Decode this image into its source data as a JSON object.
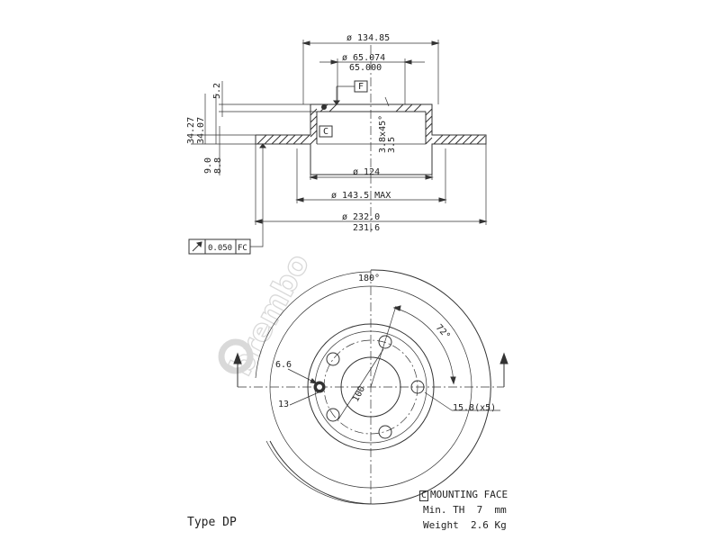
{
  "watermark": "brembo",
  "section_view": {
    "dims": {
      "d_134": "ø 134.85",
      "d_65_a": "ø 65.074",
      "d_65_b": "65.000",
      "h_52": "5.2",
      "h_3427": "34.27",
      "h_3407": "34.07",
      "h_90": "9.0",
      "h_88": "8.8",
      "chamfer_a": "3.8x45°",
      "chamfer_b": "3.5",
      "d_124": "ø 124",
      "d_1435": "ø 143.5 MAX",
      "d_232_a": "ø 232.0",
      "d_232_b": "231.6"
    },
    "datum_f": "F",
    "datum_c": "C",
    "runout": {
      "value": "0.050",
      "ref": "FC"
    }
  },
  "front_view": {
    "angle_180": "180°",
    "angle_72": "72°",
    "dim_66": "6.6",
    "dim_13": "13",
    "dim_100": "100",
    "hole_note": "15.8(x5)"
  },
  "legend": {
    "mounting_box": "C",
    "mounting_text": "MOUNTING FACE",
    "min_th": "Min. TH  7  mm",
    "weight": "Weight  2.6 Kg"
  },
  "type_label": "Type DP"
}
